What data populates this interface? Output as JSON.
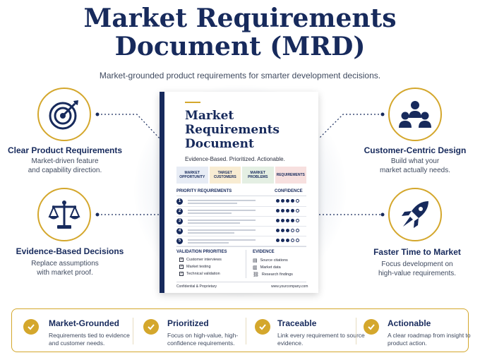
{
  "header": {
    "title_line1": "Market Requirements",
    "title_line2": "Document (MRD)",
    "subtitle": "Market-grounded product requirements for smarter development decisions."
  },
  "colors": {
    "navy": "#172a5c",
    "gold": "#d4a72c"
  },
  "features": [
    {
      "icon": "target-icon",
      "title": "Clear Product Requirements",
      "desc_line1": "Market-driven feature",
      "desc_line2": "and capability direction."
    },
    {
      "icon": "scales-icon",
      "title": "Evidence-Based Decisions",
      "desc_line1": "Replace assumptions",
      "desc_line2": "with market proof."
    },
    {
      "icon": "people-icon",
      "title": "Customer-Centric Design",
      "desc_line1": "Build what your",
      "desc_line2": "market actually needs."
    },
    {
      "icon": "rocket-icon",
      "title": "Faster Time to Market",
      "desc_line1": "Focus development on",
      "desc_line2": "high-value requirements."
    }
  ],
  "document": {
    "title_line1": "Market",
    "title_line2": "Requirements",
    "title_line3": "Document",
    "tagline": "Evidence-Based. Prioritized. Actionable.",
    "categories": [
      {
        "line1": "MARKET",
        "line2": "OPPORTUNITY",
        "color": "#e7ecf5"
      },
      {
        "line1": "TARGET",
        "line2": "CUSTOMERS",
        "color": "#f8ecd2"
      },
      {
        "line1": "MARKET",
        "line2": "PROBLEMS",
        "color": "#e4efe3"
      },
      {
        "line1": "REQUIREMENTS",
        "line2": "",
        "color": "#f7e0df"
      }
    ],
    "priority_label": "PRIORITY REQUIREMENTS",
    "confidence_label": "CONFIDENCE",
    "requirements": [
      {
        "num": "1",
        "confidence": 4
      },
      {
        "num": "2",
        "confidence": 4
      },
      {
        "num": "3",
        "confidence": 4
      },
      {
        "num": "4",
        "confidence": 3
      },
      {
        "num": "5",
        "confidence": 3
      }
    ],
    "validation_label": "VALIDATION PRIORITIES",
    "validation_items": [
      "Customer interviews",
      "Market testing",
      "Technical validation"
    ],
    "evidence_label": "EVIDENCE",
    "evidence_items": [
      "Source citations",
      "Market data",
      "Research findings"
    ],
    "footer_left": "Confidential & Proprietary",
    "footer_right": "www.yourcompany.com"
  },
  "bottom": [
    {
      "title": "Market-Grounded",
      "desc": "Requirements tied to evidence and customer needs."
    },
    {
      "title": "Prioritized",
      "desc": "Focus on high-value, high-confidence requirements."
    },
    {
      "title": "Traceable",
      "desc": "Link every requirement to source evidence."
    },
    {
      "title": "Actionable",
      "desc": "A clear roadmap from insight to product action."
    }
  ]
}
